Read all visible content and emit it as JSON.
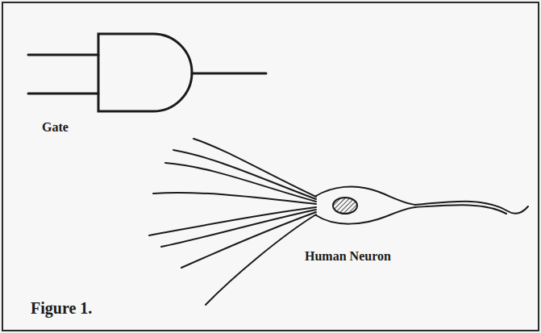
{
  "diagram": {
    "caption": "Figure 1.",
    "labels": [
      "Gate",
      "Human Neuron"
    ]
  }
}
